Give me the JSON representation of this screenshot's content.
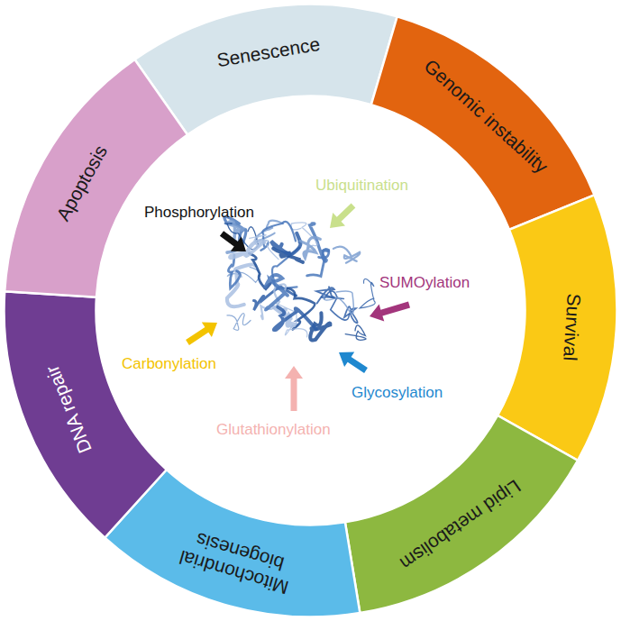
{
  "diagram": {
    "nodes": [
      {
        "text": [
          "Senescence"
        ]
      },
      {
        "text": [
          "Genomic instability"
        ]
      },
      {
        "text": [
          "Survival"
        ]
      },
      {
        "text": [
          "Lipid metabolism"
        ]
      },
      {
        "text": [
          "Mitochondrial biogenesis"
        ]
      },
      {
        "text": [
          "DNA repair"
        ]
      },
      {
        "text": [
          "Apoptosis"
        ]
      }
    ],
    "labels": [
      "Phosphorylation",
      "Ubiquitination",
      "SUMOylation",
      "Glycosylation",
      "Glutathionylation",
      "Carbonylation"
    ]
  }
}
